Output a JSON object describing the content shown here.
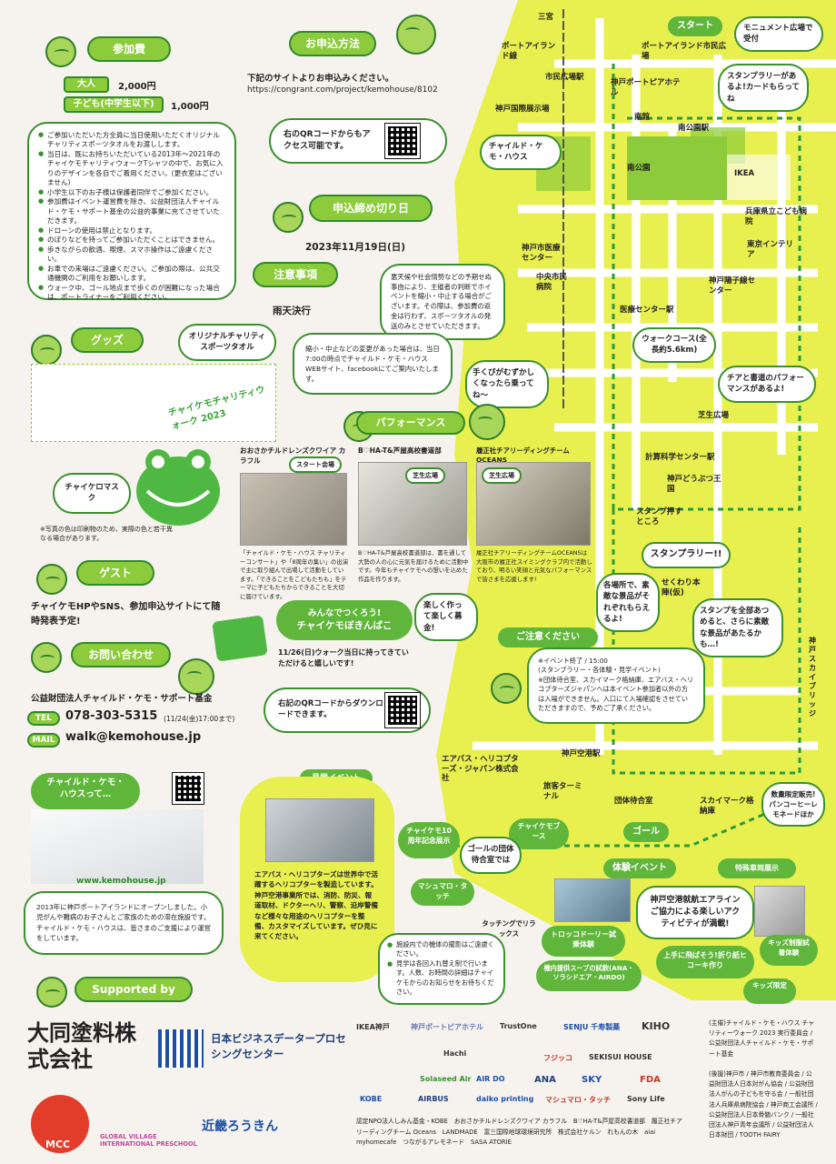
{
  "fee": {
    "heading": "参加費",
    "adult_label": "大人",
    "adult_price": "2,000円",
    "child_label": "子ども(中学生以下)",
    "child_price": "1,000円",
    "notes": [
      "ご参加いただいた方全員に当日使用いただくオリジナルチャリティスポーツタオルをお渡しします。",
      "当日は、既にお持ちいただいている2013年〜2021年のチャイケモチャリティウォークTシャツの中で、お気に入りのデザインを各自でご着用ください。(更衣室はございません)",
      "小学生以下のお子様は保護者同伴でご参加ください。",
      "参加費はイベント運営費を除き、公益財団法人チャイルド・ケモ・サポート基金の公益的事業に充てさせていただきます。",
      "ドローンの使用は禁止となります。",
      "のぼりなどを持ってご参加いただくことはできません。",
      "歩きながらの飲酒、喫煙、スマホ操作はご遠慮ください。",
      "お車での来場はご遠慮ください。ご参加の際は、公共交通機関のご利用をお願いします。",
      "ウォーク中、ゴール地点まで歩くのが困難になった場合は、ポートライナーをご利用ください。"
    ]
  },
  "apply": {
    "heading": "お申込方法",
    "text": "下記のサイトよりお申込みください。",
    "url": "https://congrant.com/project/kemohouse/8102",
    "qr_text": "右のQRコードからもアクセス可能です。"
  },
  "deadline": {
    "heading": "申込締め切り日",
    "date": "2023年11月19日(日)"
  },
  "caution": {
    "heading": "注意事項",
    "rain_title": "雨天決行",
    "rain_text": "悪天候や社会情勢などの予期せぬ事由により、主催者の判断でホイベントを縮小・中止する場合がございます。その際は、参加費の返金は行わず、スポーツタオルの発送のみとさせていただきます。",
    "notice_text": "縮小・中止などの変更があった場合は、当日7:00の時点でチャイルド・ケモ・ハウスWEBサイト、facebookにてご案内いたします。"
  },
  "goods": {
    "heading": "グッズ",
    "towel_label": "オリジナルチャリティスポーツタオル",
    "towel_art": "チャイケモチャリティウォーク 2023",
    "mask_label": "チャイケロマスク",
    "note": "※写真の色は印刷物のため、実際の色と若干異なる場合があります。"
  },
  "guest": {
    "heading": "ゲスト",
    "text": "チャイケモHPやSNS、参加申込サイトにて随時発表予定!"
  },
  "contact": {
    "heading": "お問い合わせ",
    "org": "公益財団法人チャイルド・ケモ・サポート基金",
    "tel_label": "TEL",
    "tel": "078-303-5315",
    "tel_note": "(11/24(金)17:00まで)",
    "mail_label": "MAIL",
    "mail": "walk@kemohouse.jp"
  },
  "performance": {
    "heading": "パフォーマンス",
    "groups": [
      {
        "name": "おおさかチルドレンズクワイア カラフル",
        "tag": "スタート会場",
        "desc": "「チャイルド・ケモ・ハウス チャリティーコンサート」や「8周年の集い」の出演で主に取り組んで出場して活動をしています。「できることをこどもたちも」をテーマに子どもたちからできることを大切に届けています。"
      },
      {
        "name": "B♡HA-T&芦屋高校書道部",
        "tag": "芝生広場",
        "desc": "B♡HA-T&芦屋高校書道部は、書を通して大勢の人の心に元気を届けるために活動中です。今年もチャイケモへの想いを込めた作品を作ります。"
      },
      {
        "name": "履正社チアリーディングチーム OCEANS",
        "tag": "芝生広場",
        "desc": "履正社チアリーディングチームOCEANSは大阪市の履正社スイミングクラブ内で活動しており、明るい笑顔と元気なパフォーマンスで皆さまを応援します!"
      }
    ]
  },
  "bokin": {
    "title1": "みんなでつくろう!",
    "title2": "チャイケモぼきんばこ",
    "fun": "楽しく作って楽しく募金!",
    "text": "11/26(日)ウォーク当日に持ってきていただけると嬉しいです!",
    "qr_text": "右記のQRコードからダウンロードできます。"
  },
  "chuui": {
    "heading": "ご注意ください",
    "line1": "※イベント終了 / 15:00",
    "line2": "(スタンプラリー・各体験・見学イベント)",
    "line3": "※団体待合室、スカイマーク格納庫、エアバス・ヘリコプターズジャパンへは本イベント参加者以外の方は入場ができません。入口にて入場確認をさせていただきますので、予めご了承ください。"
  },
  "kodomo_house": {
    "title": "チャイルド・ケモ・ハウスって…",
    "url": "www.kemohouse.jp",
    "desc": "2013年に神戸ポートアイランドにオープンしました。小児がんや難病のお子さんとご家族のための滞在施設です。チャイルド・ケモ・ハウスは、皆さまのご支援により運営をしています。"
  },
  "kengaku": {
    "heading": "見学イベント",
    "desc": "エアバス・ヘリコプターズは世界中で活躍するヘリコプターを製造しています。神戸空港事業所では、消防、防災、報道取材、ドクターヘリ、警察、沿岸警備など様々な用途のヘリコプターを整備、カスタマイズしています。ぜひ見に来てください。",
    "notes": [
      "施設内での機体の撮影はご遠慮ください。",
      "見学は各回入れ替え制で行います。人数、お時間の詳細はチャイケモからのお知らせをお待ちください。"
    ]
  },
  "goal": {
    "label1": "チャイケモ10周年記念展示",
    "label2": "チャイケモブース",
    "center": "ゴールの団体待合室では",
    "label3": "マシュマロ・タッチ",
    "label4": "タッチングでリラックス"
  },
  "taiken": {
    "heading": "体験イベント",
    "main": "神戸空港就航エアラインご協力による楽しいアクティビティが満載!",
    "trolley": "トロッコドーリー試乗体験",
    "soup": "機内提供スープの試飲(ANA・ソラシドエア・AIRDO)",
    "paper": "上手に飛ばそう!折り紙ヒコーキ作り",
    "kids": "キッズ限定",
    "special": "特殊車両展示",
    "uniform": "キッズ制服試着体験",
    "bread": "数量限定販売!パンコーヒーレモネードほか",
    "bread_tag": "数量限定販売!"
  },
  "map": {
    "north": "三宮",
    "start": "スタート",
    "start_place": "ポートアイランド市民広場",
    "monument": "モニュメント広場で受付",
    "stamp_card": "スタンプラリーがあるよ!カードもらってね",
    "labels": [
      "ポートアイランド線",
      "市民広場駅",
      "神戸国際展示場",
      "神戸ポートピアホテル",
      "南館",
      "南公園駅",
      "南公園",
      "IKEA",
      "チャイルド・ケモ・ハウス",
      "兵庫県立こども病院",
      "東京インテリア",
      "神戸市医療センター",
      "中央市民病院",
      "神戸陽子線センター",
      "医療センター駅",
      "ウォークコース(全長約5.6km)",
      "チアと書道のパフォーマンスがあるよ!",
      "芝生広場",
      "計算科学センター駅",
      "神戸どうぶつ王国",
      "スタンプ押すところ",
      "スタンプラリー!!",
      "各場所で、素敵な景品がそれぞれもらえるよ!",
      "せくわり本陣(仮)",
      "スタンプを全部あつめると、さらに素敵な景品があたるかも…!",
      "手くびがむずかしくなったら乗ってね〜",
      "神戸スカイブリッジ",
      "神戸空港駅",
      "エアバス・ヘリコプターズ・ジャパン株式会社",
      "旅客ターミナル",
      "団体待合室",
      "スカイマーク格納庫",
      "ゴール"
    ]
  },
  "supported": {
    "heading": "Supported by",
    "sponsors_big": [
      "大同塗料株式会社",
      "日本ビジネスデータープロセシングセンター"
    ],
    "sponsors_small": [
      "IKEA神戸",
      "神戸ポートピアホテル",
      "TrustOne",
      "SENJU 千寿製薬",
      "KIHO",
      "MCC",
      "GLOBAL VILLAGE INTERNATIONAL PRESCHOOL",
      "近畿ろうきん",
      "Solaseed Air",
      "AIR DO",
      "ANA",
      "SKY",
      "FDA",
      "KOBE",
      "AIRBUS",
      "daiko printing",
      "マシュマロ・タッチ",
      "Sony Life",
      "Hachi",
      "フジッコ",
      "SEKISUI HOUSE"
    ],
    "credits": "認定NPO法人しみん基金・KOBE　おおさかチルドレンズクワイア カラフル　B♡HA-T&芦屋高校書道部　履正社チアリーディングチーム Oceans　LANDMADE　富三国際地球環境研究所　株式会社ケルン　れもんの木　aiai myhomecafe　つながるアレモネード　SASA ATORIE",
    "organizer": "(主催)チャイルド・ケモ・ハウス チャリティーウォーク 2023 実行委員会 / 公益財団法人チャイルド・ケモ・サポート基金",
    "supporters": "(後援)神戸市 / 神戸市教育委員会 / 公益財団法人日本対がん協会 / 公益財団法人がんの子どもを守る会 / 一般社団法人兵庫県病院協会 / 神戸商工会議所 / 公益財団法人日本骨髄バンク / 一般社団法人神戸青年会議所 / 公益財団法人日本財団 / TOOTH FAIRY"
  },
  "colors": {
    "accent": "#8ccb3b",
    "map_yellow": "#e8f050",
    "dark_green": "#2f8a2a"
  }
}
